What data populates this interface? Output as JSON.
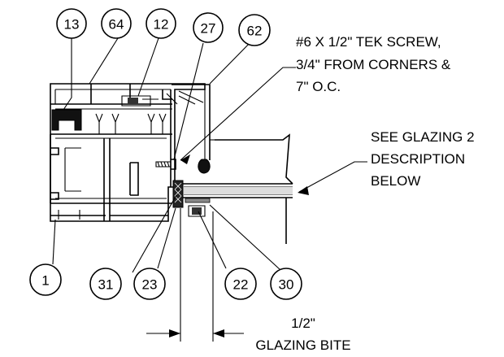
{
  "callouts": [
    {
      "id": "c13",
      "label": "13"
    },
    {
      "id": "c64",
      "label": "64"
    },
    {
      "id": "c12",
      "label": "12"
    },
    {
      "id": "c27",
      "label": "27"
    },
    {
      "id": "c62",
      "label": "62"
    },
    {
      "id": "c1",
      "label": "1"
    },
    {
      "id": "c31",
      "label": "31"
    },
    {
      "id": "c23",
      "label": "23"
    },
    {
      "id": "c22",
      "label": "22"
    },
    {
      "id": "c30",
      "label": "30"
    }
  ],
  "notes": {
    "screw": [
      "#6 X 1/2\" TEK SCREW,",
      "3/4\" FROM CORNERS &",
      "7\" O.C."
    ],
    "glazing": [
      "SEE GLAZING 2",
      "DESCRIPTION",
      "BELOW"
    ],
    "bite": [
      "1/2\"",
      "GLAZING BITE"
    ]
  }
}
